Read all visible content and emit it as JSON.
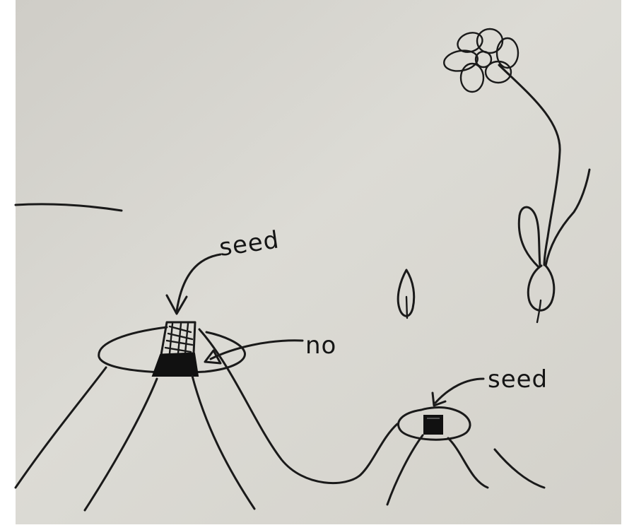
{
  "diagram": {
    "labels": {
      "seed_left": "seed",
      "no": "no",
      "seed_right": "seed"
    },
    "colors": {
      "paper": "#d9d8d2",
      "paper_dark": "#c9c7c0",
      "ink": "#1a1a1a",
      "frame": "#ffffff"
    }
  }
}
